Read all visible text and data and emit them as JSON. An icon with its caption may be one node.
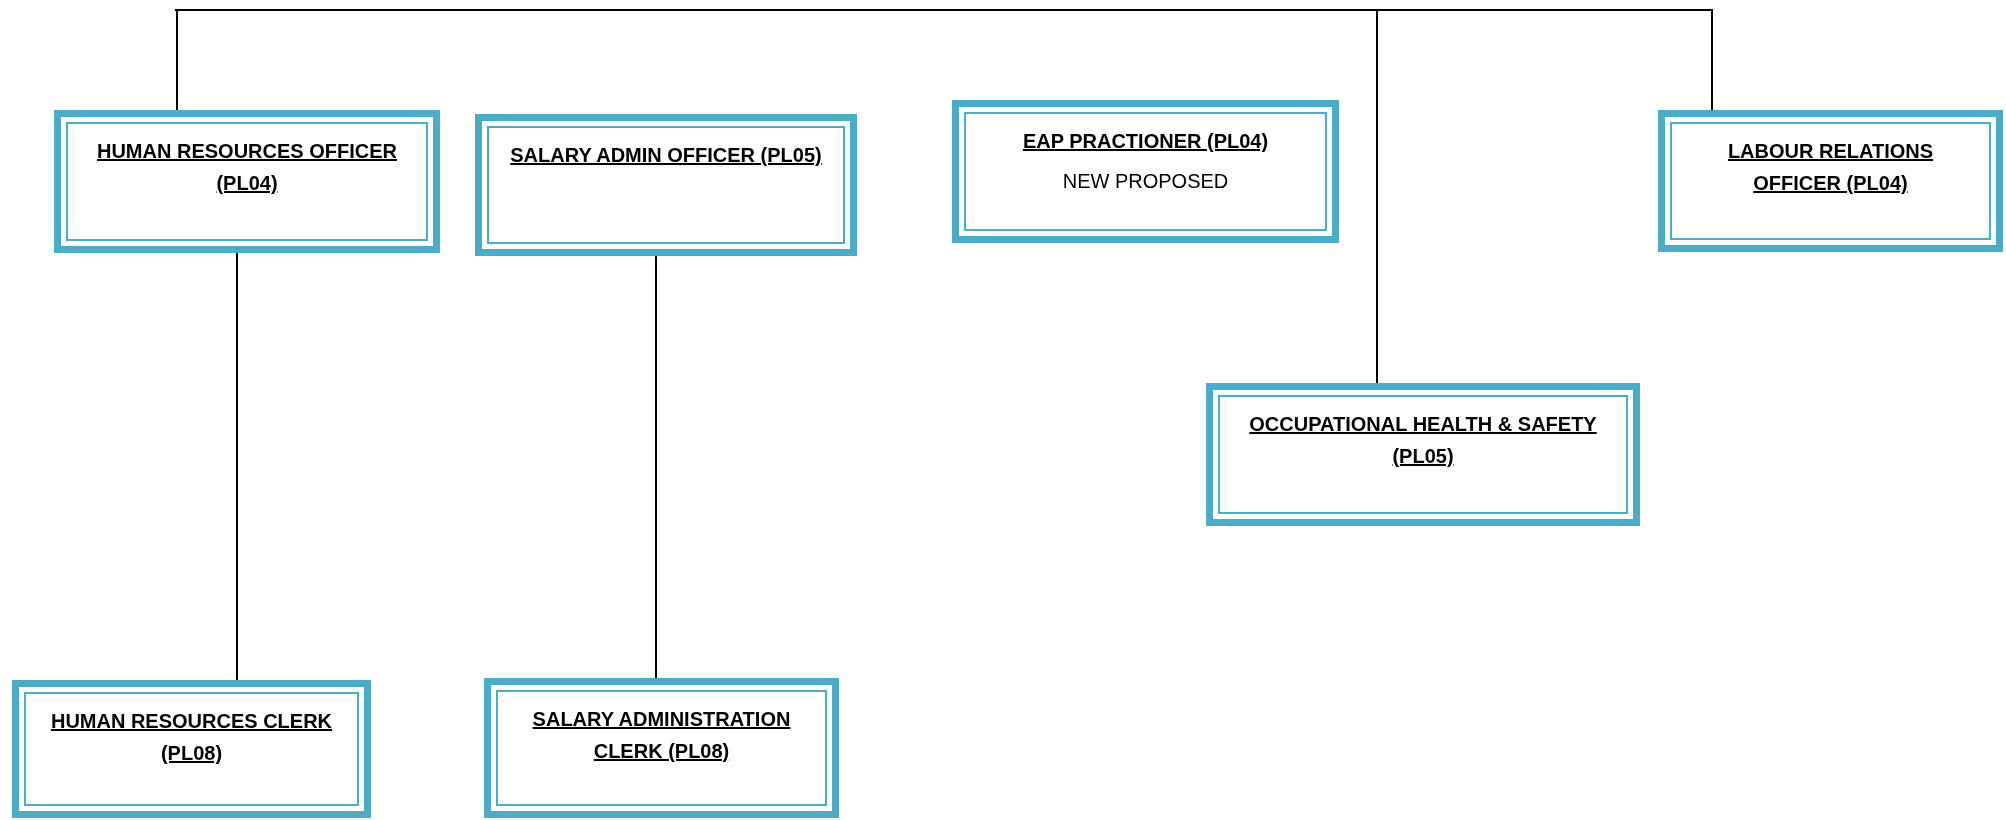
{
  "diagram": {
    "nodes": [
      {
        "text": [
          "HUMAN RESOURCES OFFICER (PL04)"
        ]
      },
      {
        "text": [
          "SALARY ADMIN OFFICER (PL05)"
        ]
      },
      {
        "text": [
          "EAP PRACTIONER (PL04)",
          "NEW PROPOSED"
        ]
      },
      {
        "text": [
          "LABOUR RELATIONS OFFICER (PL04)"
        ]
      },
      {
        "text": [
          "OCCUPATIONAL HEALTH & SAFETY (PL05)"
        ]
      },
      {
        "text": [
          "HUMAN RESOURCES CLERK (PL08)"
        ]
      },
      {
        "text": [
          "SALARY ADMINISTRATION CLERK (PL08)"
        ]
      }
    ],
    "edges": [
      {
        "from": null,
        "to": 0,
        "arrow": "none"
      },
      {
        "from": null,
        "to": 4,
        "arrow": "none"
      },
      {
        "from": null,
        "to": 3,
        "arrow": "none"
      },
      {
        "from": 0,
        "to": 5,
        "arrow": "none"
      },
      {
        "from": 1,
        "to": 6,
        "arrow": "none"
      }
    ]
  }
}
